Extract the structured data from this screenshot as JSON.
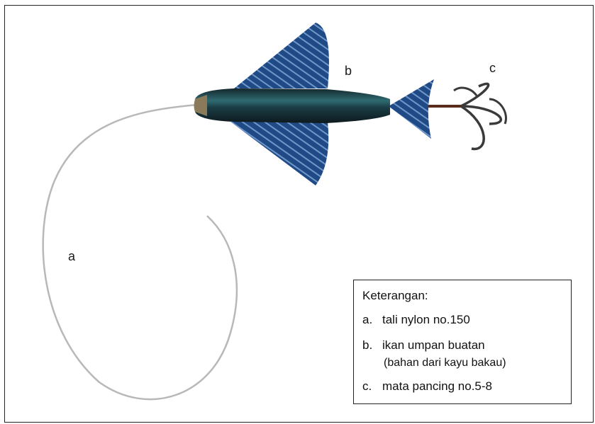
{
  "labels": {
    "a": "a",
    "b": "b",
    "c": "c"
  },
  "legend": {
    "title": "Keterangan:",
    "items": [
      {
        "key": "a.",
        "text": "tali nylon no.150"
      },
      {
        "key": "b.",
        "text": "ikan umpan buatan"
      },
      {
        "key": "",
        "text": "(bahan dari kayu bakau)"
      },
      {
        "key": "c.",
        "text": "mata pancing no.5-8"
      }
    ]
  },
  "colors": {
    "fin": "#1f4a86",
    "fin_stripe": "#6f97c9",
    "body_dark": "#13262b",
    "body_mid": "#2f6b72",
    "line": "#b8b8b8",
    "hook": "#3a3a3a",
    "hook_shank": "#5a2a1a"
  }
}
